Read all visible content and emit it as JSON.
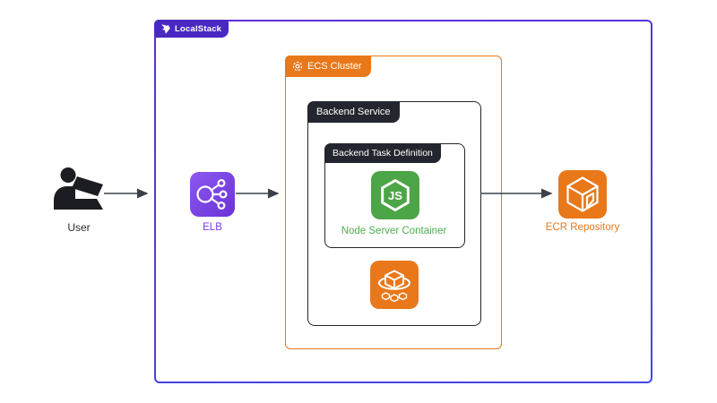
{
  "title": "LocalStack ECS architecture diagram",
  "colors": {
    "localstack_purple": "#4a28c2",
    "outer_border_top": "#5b2ed6",
    "outer_border_bottom": "#4347e8",
    "aws_orange": "#e8781a",
    "dark": "#23262e",
    "node_green": "#4ca546",
    "node_label_green": "#4caf50",
    "elb_gradient_start": "#8d57f2",
    "elb_gradient_end": "#6a34d6",
    "elb_label_purple": "#7c3aed",
    "arrow": "#3c4048",
    "user_dark": "#1b1d22"
  },
  "containers": {
    "localstack": {
      "label": "LocalStack"
    },
    "ecs_cluster": {
      "label": "ECS Cluster"
    },
    "backend_service": {
      "label": "Backend Service"
    },
    "backend_task_definition": {
      "label": "Backend Task Definition"
    }
  },
  "nodes": {
    "user": {
      "label": "User",
      "icon": "person-at-laptop-icon"
    },
    "elb": {
      "label": "ELB",
      "icon": "elastic-load-balancing-icon"
    },
    "node_server_container": {
      "label": "Node Server Container",
      "icon": "nodejs-hexagon-icon",
      "icon_text": "JS"
    },
    "ecs_service": {
      "icon": "amazon-ecs-icon"
    },
    "ecr_repository": {
      "label": "ECR Repository",
      "icon": "amazon-ecr-icon"
    }
  },
  "edges": [
    {
      "from": "User",
      "to": "LocalStack boundary"
    },
    {
      "from": "ELB",
      "to": "ECS Cluster boundary"
    },
    {
      "from": "Backend Service",
      "to": "ECR Repository"
    }
  ]
}
